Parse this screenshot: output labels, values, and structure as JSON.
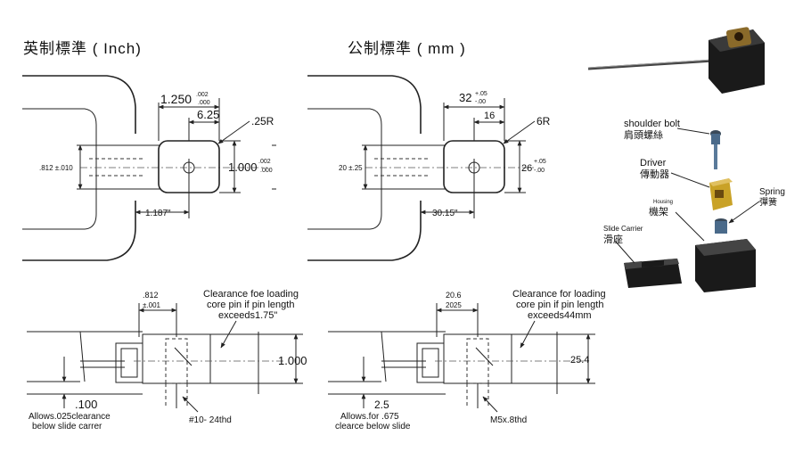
{
  "titles": {
    "inch": "英制標準 ( Inch)",
    "mm": "公制標準 ( mm )"
  },
  "inch_top": {
    "dim_1250": "1.250",
    "tol_1250_upper": ".002",
    "tol_1250_lower": ".000",
    "dim_625": "6.25",
    "radius": ".25R",
    "dim_812_left": ".812 ±.010",
    "dim_1000": "1.000",
    "tol_1000_upper": ".002",
    "tol_1000_lower": ".000",
    "dim_1187": "1.187\""
  },
  "mm_top": {
    "dim_32": "32",
    "tol_32_upper": "+.05",
    "tol_32_lower": "-.00",
    "dim_16": "16",
    "radius": "6R",
    "dim_20": "20 ±.25",
    "dim_26": "26",
    "tol_26_upper": "+.05",
    "tol_26_lower": "-.00",
    "dim_3015": "30.15\""
  },
  "inch_bottom": {
    "dim_812": ".812",
    "dim_812_tol": "±.001",
    "note_line1": "Clearance foe loading",
    "note_line2": "core pin if pin length",
    "note_line3": "exceeds1.75\"",
    "dim_1000": "1.000",
    "dim_100": ".100",
    "allow_line1": "Allows.025clearance",
    "allow_line2": "below slide carrer",
    "thread": "#10- 24thd"
  },
  "mm_bottom": {
    "dim_206": "20.6",
    "dim_206_tol": "2025",
    "note_line1": "Clearance for loading",
    "note_line2": "core pin if pin length",
    "note_line3": "exceeds44mm",
    "dim_254": "25.4",
    "dim_25": "2.5",
    "allow_line1": "Allows.for .675",
    "allow_line2": "clearce below slide",
    "thread": "M5x.8thd"
  },
  "parts": {
    "shoulder_bolt_en": "shoulder bolt",
    "shoulder_bolt_zh": "肩頭螺絲",
    "driver_en": "Driver",
    "driver_zh": "傳動器",
    "housing_en": "Housing",
    "housing_zh": "機架",
    "spring_en": "Spring",
    "spring_zh": "彈簧",
    "slide_carrier_en": "Slide Carrier",
    "slide_carrier_zh": "滑座"
  },
  "colors": {
    "line": "#222222",
    "block": "#1a1a1a",
    "brass": "#c9a227",
    "bolt": "#4a6a8a"
  }
}
